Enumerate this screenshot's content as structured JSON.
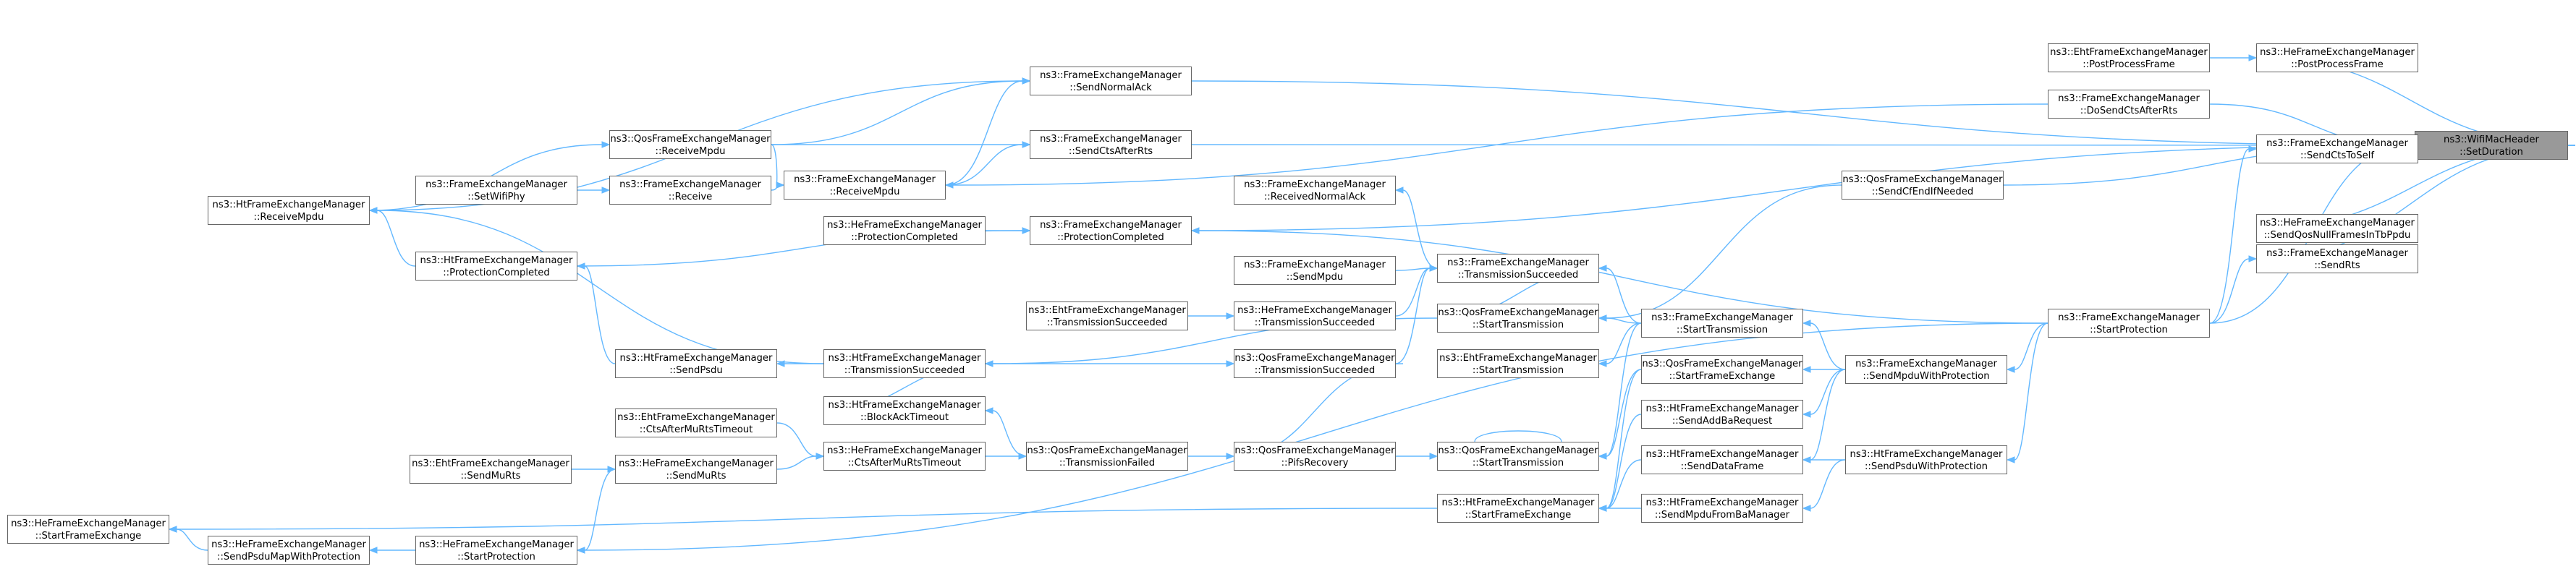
{
  "nodes": [
    {
      "id": "n0",
      "line1": "ns3::WifiMacHeader",
      "line2": "::SetDuration"
    },
    {
      "id": "n1",
      "line1": "ns3::FrameExchangeManager",
      "line2": "::SendNormalAck"
    },
    {
      "id": "n2",
      "line1": "ns3::FrameExchangeManager",
      "line2": "::SendCtsAfterRts"
    },
    {
      "id": "n3",
      "line1": "ns3::FrameExchangeManager",
      "line2": "::ReceiveMpdu"
    },
    {
      "id": "n4",
      "line1": "ns3::FrameExchangeManager",
      "line2": "::ReceivedNormalAck"
    },
    {
      "id": "n5",
      "line1": "ns3::HeFrameExchangeManager",
      "line2": "::ProtectionCompleted"
    },
    {
      "id": "n6",
      "line1": "ns3::FrameExchangeManager",
      "line2": "::ProtectionCompleted"
    },
    {
      "id": "n7",
      "line1": "ns3::FrameExchangeManager",
      "line2": "::SendMpdu"
    },
    {
      "id": "n8",
      "line1": "ns3::EhtFrameExchangeManager",
      "line2": "::TransmissionSucceeded"
    },
    {
      "id": "n9",
      "line1": "ns3::HeFrameExchangeManager",
      "line2": "::TransmissionSucceeded"
    },
    {
      "id": "n10",
      "line1": "ns3::FrameExchangeManager",
      "line2": "::TransmissionSucceeded"
    },
    {
      "id": "n11",
      "line1": "ns3::QosFrameExchangeManager",
      "line2": "::TransmissionSucceeded"
    },
    {
      "id": "n12",
      "line1": "ns3::QosFrameExchangeManager",
      "line2": "::ReceiveMpdu"
    },
    {
      "id": "n13",
      "line1": "ns3::FrameExchangeManager",
      "line2": "::Receive"
    },
    {
      "id": "n14",
      "line1": "ns3::FrameExchangeManager",
      "line2": "::SetWifiPhy"
    },
    {
      "id": "n15",
      "line1": "ns3::HtFrameExchangeManager",
      "line2": "::ReceiveMpdu"
    },
    {
      "id": "n16",
      "line1": "ns3::HtFrameExchangeManager",
      "line2": "::ProtectionCompleted"
    },
    {
      "id": "n17",
      "line1": "ns3::HtFrameExchangeManager",
      "line2": "::SendPsdu"
    },
    {
      "id": "n18",
      "line1": "ns3::HtFrameExchangeManager",
      "line2": "::TransmissionSucceeded"
    },
    {
      "id": "n19",
      "line1": "ns3::HtFrameExchangeManager",
      "line2": "::BlockAckTimeout"
    },
    {
      "id": "n20",
      "line1": "ns3::EhtFrameExchangeManager",
      "line2": "::CtsAfterMuRtsTimeout"
    },
    {
      "id": "n21",
      "line1": "ns3::HeFrameExchangeManager",
      "line2": "::CtsAfterMuRtsTimeout"
    },
    {
      "id": "n22",
      "line1": "ns3::QosFrameExchangeManager",
      "line2": "::TransmissionFailed"
    },
    {
      "id": "n23",
      "line1": "ns3::QosFrameExchangeManager",
      "line2": "::PifsRecovery"
    },
    {
      "id": "n24",
      "line1": "ns3::EhtFrameExchangeManager",
      "line2": "::SendMuRts"
    },
    {
      "id": "n25",
      "line1": "ns3::HeFrameExchangeManager",
      "line2": "::SendMuRts"
    },
    {
      "id": "n26",
      "line1": "ns3::HeFrameExchangeManager",
      "line2": "::StartFrameExchange"
    },
    {
      "id": "n27",
      "line1": "ns3::HeFrameExchangeManager",
      "line2": "::SendPsduMapWithProtection"
    },
    {
      "id": "n28",
      "line1": "ns3::HeFrameExchangeManager",
      "line2": "::StartProtection"
    },
    {
      "id": "n29",
      "line1": "ns3::QosFrameExchangeManager",
      "line2": "::StartTransmission"
    },
    {
      "id": "n30",
      "line1": "ns3::EhtFrameExchangeManager",
      "line2": "::StartTransmission"
    },
    {
      "id": "n31",
      "line1": "ns3::QosFrameExchangeManager",
      "line2": "::StartTransmission"
    },
    {
      "id": "n32",
      "line1": "ns3::HtFrameExchangeManager",
      "line2": "::StartFrameExchange"
    },
    {
      "id": "n33",
      "line1": "ns3::FrameExchangeManager",
      "line2": "::StartTransmission"
    },
    {
      "id": "n34",
      "line1": "ns3::QosFrameExchangeManager",
      "line2": "::StartFrameExchange"
    },
    {
      "id": "n35",
      "line1": "ns3::HtFrameExchangeManager",
      "line2": "::SendAddBaRequest"
    },
    {
      "id": "n36",
      "line1": "ns3::HtFrameExchangeManager",
      "line2": "::SendDataFrame"
    },
    {
      "id": "n37",
      "line1": "ns3::HtFrameExchangeManager",
      "line2": "::SendMpduFromBaManager"
    },
    {
      "id": "n38",
      "line1": "ns3::QosFrameExchangeManager",
      "line2": "::SendCfEndIfNeeded"
    },
    {
      "id": "n39",
      "line1": "ns3::FrameExchangeManager",
      "line2": "::SendMpduWithProtection"
    },
    {
      "id": "n40",
      "line1": "ns3::HtFrameExchangeManager",
      "line2": "::SendPsduWithProtection"
    },
    {
      "id": "n41",
      "line1": "ns3::FrameExchangeManager",
      "line2": "::StartProtection"
    },
    {
      "id": "n42",
      "line1": "ns3::EhtFrameExchangeManager",
      "line2": "::PostProcessFrame"
    },
    {
      "id": "n43",
      "line1": "ns3::HeFrameExchangeManager",
      "line2": "::PostProcessFrame"
    },
    {
      "id": "n44",
      "line1": "ns3::FrameExchangeManager",
      "line2": "::DoSendCtsAfterRts"
    },
    {
      "id": "n45",
      "line1": "ns3::FrameExchangeManager",
      "line2": "::SendCtsToSelf"
    },
    {
      "id": "n46",
      "line1": "ns3::HeFrameExchangeManager",
      "line2": "::SendQosNullFramesInTbPpdu"
    },
    {
      "id": "n47",
      "line1": "ns3::FrameExchangeManager",
      "line2": "::SendRts"
    }
  ],
  "edges": [
    [
      "n1",
      "n0"
    ],
    [
      "n2",
      "n0"
    ],
    [
      "n6",
      "n0"
    ],
    [
      "n38",
      "n0"
    ],
    [
      "n41",
      "n0"
    ],
    [
      "n43",
      "n0"
    ],
    [
      "n44",
      "n0"
    ],
    [
      "n45",
      "n0"
    ],
    [
      "n46",
      "n0"
    ],
    [
      "n47",
      "n0"
    ],
    [
      "n3",
      "n1"
    ],
    [
      "n12",
      "n1"
    ],
    [
      "n15",
      "n1"
    ],
    [
      "n3",
      "n2"
    ],
    [
      "n12",
      "n2"
    ],
    [
      "n12",
      "n3"
    ],
    [
      "n13",
      "n3"
    ],
    [
      "n14",
      "n13"
    ],
    [
      "n15",
      "n12"
    ],
    [
      "n10",
      "n4"
    ],
    [
      "n5",
      "n6"
    ],
    [
      "n16",
      "n6"
    ],
    [
      "n41",
      "n6"
    ],
    [
      "n7",
      "n10"
    ],
    [
      "n9",
      "n10"
    ],
    [
      "n11",
      "n10"
    ],
    [
      "n29",
      "n10"
    ],
    [
      "n33",
      "n10"
    ],
    [
      "n8",
      "n9"
    ],
    [
      "n18",
      "n11"
    ],
    [
      "n23",
      "n11"
    ],
    [
      "n16",
      "n15"
    ],
    [
      "n17",
      "n16"
    ],
    [
      "n18",
      "n15"
    ],
    [
      "n18",
      "n17"
    ],
    [
      "n19",
      "n18"
    ],
    [
      "n29",
      "n18"
    ],
    [
      "n21",
      "n22"
    ],
    [
      "n22",
      "n19"
    ],
    [
      "n22",
      "n23"
    ],
    [
      "n20",
      "n21"
    ],
    [
      "n25",
      "n21"
    ],
    [
      "n24",
      "n25"
    ],
    [
      "n23",
      "n31"
    ],
    [
      "n31",
      "n31"
    ],
    [
      "n32",
      "n26"
    ],
    [
      "n27",
      "n26"
    ],
    [
      "n28",
      "n27"
    ],
    [
      "n25",
      "n28"
    ],
    [
      "n39",
      "n33"
    ],
    [
      "n39",
      "n34"
    ],
    [
      "n39",
      "n35"
    ],
    [
      "n39",
      "n36"
    ],
    [
      "n33",
      "n29"
    ],
    [
      "n33",
      "n30"
    ],
    [
      "n33",
      "n31"
    ],
    [
      "n34",
      "n31"
    ],
    [
      "n34",
      "n32"
    ],
    [
      "n35",
      "n32"
    ],
    [
      "n36",
      "n32"
    ],
    [
      "n37",
      "n32"
    ],
    [
      "n40",
      "n36"
    ],
    [
      "n40",
      "n37"
    ],
    [
      "n41",
      "n39"
    ],
    [
      "n41",
      "n40"
    ],
    [
      "n41",
      "n28"
    ],
    [
      "n42",
      "n43"
    ],
    [
      "n41",
      "n45"
    ],
    [
      "n41",
      "n47"
    ],
    [
      "n44",
      "n3"
    ],
    [
      "n38",
      "n29"
    ]
  ],
  "colors": {
    "edge": "#63b8ff",
    "node_border": "#666666",
    "root_fill": "#999999"
  }
}
